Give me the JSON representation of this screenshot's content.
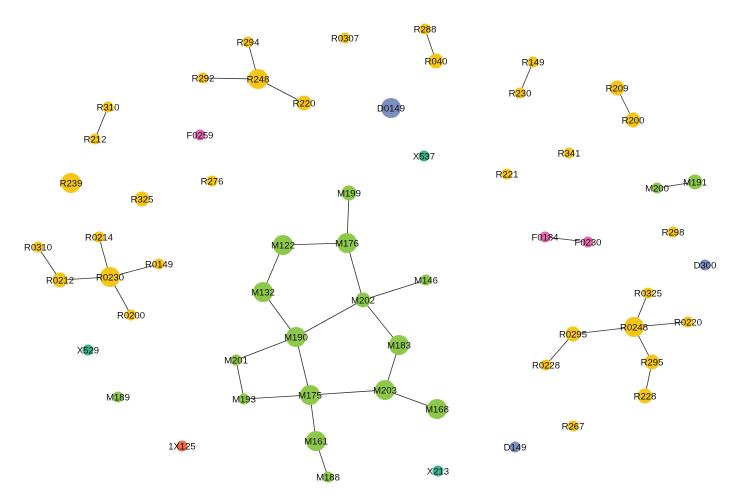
{
  "colors": {
    "yellow": "#f5c518",
    "green": "#8dc84a",
    "blue": "#7b8fc0",
    "pink": "#e46ab0",
    "teal": "#3cb38e",
    "orange": "#ee6e45"
  },
  "nodes": [
    {
      "id": "R294",
      "color": "yellow",
      "size": "s"
    },
    {
      "id": "R292",
      "color": "yellow",
      "size": "s"
    },
    {
      "id": "R248",
      "color": "yellow",
      "size": "l"
    },
    {
      "id": "R220",
      "color": "yellow",
      "size": "m"
    },
    {
      "id": "R0307",
      "color": "yellow",
      "size": "s"
    },
    {
      "id": "R288",
      "color": "yellow",
      "size": "s"
    },
    {
      "id": "R040",
      "color": "yellow",
      "size": "m"
    },
    {
      "id": "D0149",
      "color": "blue",
      "size": "l"
    },
    {
      "id": "R149",
      "color": "yellow",
      "size": "s"
    },
    {
      "id": "R230",
      "color": "yellow",
      "size": "s"
    },
    {
      "id": "R209",
      "color": "yellow",
      "size": "m"
    },
    {
      "id": "R200",
      "color": "yellow",
      "size": "m"
    },
    {
      "id": "R310",
      "color": "yellow",
      "size": "s"
    },
    {
      "id": "R212",
      "color": "yellow",
      "size": "s"
    },
    {
      "id": "F0259",
      "color": "pink",
      "size": "s"
    },
    {
      "id": "X537",
      "color": "teal",
      "size": "s"
    },
    {
      "id": "R341",
      "color": "yellow",
      "size": "s"
    },
    {
      "id": "R239",
      "color": "yellow",
      "size": "l"
    },
    {
      "id": "R276",
      "color": "yellow",
      "size": "s"
    },
    {
      "id": "R325",
      "color": "yellow",
      "size": "m"
    },
    {
      "id": "R221",
      "color": "yellow",
      "size": "s"
    },
    {
      "id": "M200",
      "color": "green",
      "size": "s"
    },
    {
      "id": "M191",
      "color": "green",
      "size": "m"
    },
    {
      "id": "M199",
      "color": "green",
      "size": "m"
    },
    {
      "id": "M122",
      "color": "green",
      "size": "l"
    },
    {
      "id": "M176",
      "color": "green",
      "size": "l"
    },
    {
      "id": "F0184",
      "color": "pink",
      "size": "s"
    },
    {
      "id": "F0230",
      "color": "pink",
      "size": "s"
    },
    {
      "id": "R298",
      "color": "yellow",
      "size": "s"
    },
    {
      "id": "D300",
      "color": "blue",
      "size": "s"
    },
    {
      "id": "R0214",
      "color": "yellow",
      "size": "s"
    },
    {
      "id": "R0310",
      "color": "yellow",
      "size": "s"
    },
    {
      "id": "R0230",
      "color": "yellow",
      "size": "l"
    },
    {
      "id": "R0149",
      "color": "yellow",
      "size": "s"
    },
    {
      "id": "R0212",
      "color": "yellow",
      "size": "m"
    },
    {
      "id": "R0200",
      "color": "yellow",
      "size": "s"
    },
    {
      "id": "M132",
      "color": "green",
      "size": "l"
    },
    {
      "id": "M146",
      "color": "green",
      "size": "s"
    },
    {
      "id": "M202",
      "color": "green",
      "size": "m"
    },
    {
      "id": "R0325",
      "color": "yellow",
      "size": "s"
    },
    {
      "id": "R0248",
      "color": "yellow",
      "size": "l"
    },
    {
      "id": "R0220",
      "color": "yellow",
      "size": "s"
    },
    {
      "id": "R0295",
      "color": "yellow",
      "size": "m"
    },
    {
      "id": "M190",
      "color": "green",
      "size": "l"
    },
    {
      "id": "M183",
      "color": "green",
      "size": "l"
    },
    {
      "id": "X529",
      "color": "teal",
      "size": "s"
    },
    {
      "id": "M201",
      "color": "green",
      "size": "s"
    },
    {
      "id": "R0228",
      "color": "yellow",
      "size": "s"
    },
    {
      "id": "R295",
      "color": "yellow",
      "size": "m"
    },
    {
      "id": "M193",
      "color": "green",
      "size": "s"
    },
    {
      "id": "M175",
      "color": "green",
      "size": "l"
    },
    {
      "id": "M203",
      "color": "green",
      "size": "l"
    },
    {
      "id": "M189",
      "color": "green",
      "size": "s"
    },
    {
      "id": "M168",
      "color": "green",
      "size": "l"
    },
    {
      "id": "R228",
      "color": "yellow",
      "size": "m"
    },
    {
      "id": "R267",
      "color": "yellow",
      "size": "s"
    },
    {
      "id": "M161",
      "color": "green",
      "size": "l"
    },
    {
      "id": "1X125",
      "color": "orange",
      "size": "s"
    },
    {
      "id": "D149",
      "color": "blue",
      "size": "s"
    },
    {
      "id": "M188",
      "color": "green",
      "size": "s"
    },
    {
      "id": "X213",
      "color": "teal",
      "size": "s"
    }
  ],
  "edges": [
    [
      "R294",
      "R248"
    ],
    [
      "R292",
      "R248"
    ],
    [
      "R248",
      "R220"
    ],
    [
      "R288",
      "R040"
    ],
    [
      "R149",
      "R230"
    ],
    [
      "R209",
      "R200"
    ],
    [
      "R310",
      "R212"
    ],
    [
      "M200",
      "M191"
    ],
    [
      "F0184",
      "F0230"
    ],
    [
      "R0214",
      "R0230"
    ],
    [
      "R0310",
      "R0212"
    ],
    [
      "R0212",
      "R0230"
    ],
    [
      "R0230",
      "R0149"
    ],
    [
      "R0230",
      "R0200"
    ],
    [
      "R0325",
      "R0248"
    ],
    [
      "R0248",
      "R0220"
    ],
    [
      "R0295",
      "R0248"
    ],
    [
      "R0295",
      "R0228"
    ],
    [
      "R0248",
      "R295"
    ],
    [
      "R295",
      "R228"
    ],
    [
      "M199",
      "M176"
    ],
    [
      "M122",
      "M176"
    ],
    [
      "M122",
      "M132"
    ],
    [
      "M176",
      "M202"
    ],
    [
      "M132",
      "M190"
    ],
    [
      "M202",
      "M146"
    ],
    [
      "M202",
      "M190"
    ],
    [
      "M202",
      "M183"
    ],
    [
      "M190",
      "M201"
    ],
    [
      "M190",
      "M175"
    ],
    [
      "M201",
      "M193"
    ],
    [
      "M193",
      "M175"
    ],
    [
      "M175",
      "M203"
    ],
    [
      "M183",
      "M203"
    ],
    [
      "M203",
      "M168"
    ],
    [
      "M175",
      "M161"
    ],
    [
      "M161",
      "M188"
    ]
  ]
}
